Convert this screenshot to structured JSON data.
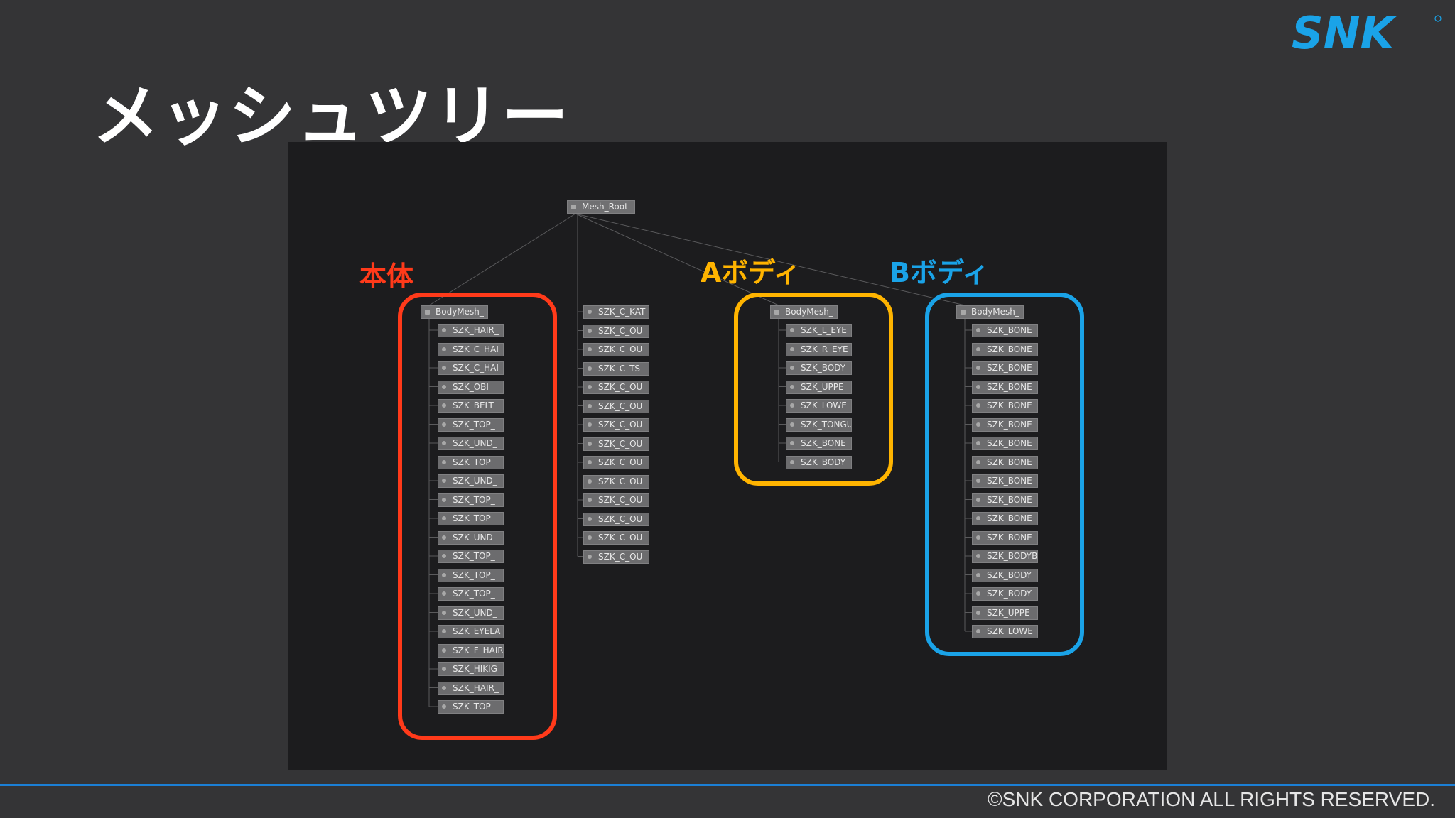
{
  "slide": {
    "title": "メッシュツリー",
    "logo_text": "SNK",
    "copyright": "©SNK CORPORATION ALL RIGHTS RESERVED.",
    "colors": {
      "background": "#343436",
      "logo": "#1aa3e8",
      "footer_line": "#1b7fd6",
      "honntai": "#ff3a1a",
      "a_body": "#ffb400",
      "b_body": "#1aa3e8"
    }
  },
  "tree": {
    "root": "Mesh_Root",
    "groups": [
      {
        "label": "本体",
        "color": "#ff3a1a",
        "parent": "BodyMesh_",
        "children": [
          "SZK_HAIR_",
          "SZK_C_HAI",
          "SZK_C_HAI",
          "SZK_OBI",
          "SZK_BELT",
          "SZK_TOP_",
          "SZK_UND_",
          "SZK_TOP_",
          "SZK_UND_",
          "SZK_TOP_",
          "SZK_TOP_",
          "SZK_UND_",
          "SZK_TOP_",
          "SZK_TOP_",
          "SZK_TOP_",
          "SZK_UND_",
          "SZK_EYELA",
          "SZK_F_HAIR",
          "SZK_HIKIG",
          "SZK_HAIR_",
          "SZK_TOP_"
        ]
      },
      {
        "label": "",
        "color": "",
        "parent": "",
        "children": [
          "SZK_C_KAT",
          "SZK_C_OU",
          "SZK_C_OU",
          "SZK_C_TS",
          "SZK_C_OU",
          "SZK_C_OU",
          "SZK_C_OU",
          "SZK_C_OU",
          "SZK_C_OU",
          "SZK_C_OU",
          "SZK_C_OU",
          "SZK_C_OU",
          "SZK_C_OU",
          "SZK_C_OU"
        ]
      },
      {
        "label": "Aボディ",
        "color": "#ffb400",
        "parent": "BodyMesh_",
        "children": [
          "SZK_L_EYE",
          "SZK_R_EYE",
          "SZK_BODY",
          "SZK_UPPE",
          "SZK_LOWE",
          "SZK_TONGU",
          "SZK_BONE",
          "SZK_BODY"
        ]
      },
      {
        "label": "Bボディ",
        "color": "#1aa3e8",
        "parent": "BodyMesh_",
        "children": [
          "SZK_BONE",
          "SZK_BONE",
          "SZK_BONE",
          "SZK_BONE",
          "SZK_BONE",
          "SZK_BONE",
          "SZK_BONE",
          "SZK_BONE",
          "SZK_BONE",
          "SZK_BONE",
          "SZK_BONE",
          "SZK_BONE",
          "SZK_BODYB",
          "SZK_BODY",
          "SZK_BODY",
          "SZK_UPPE",
          "SZK_LOWE"
        ]
      }
    ]
  }
}
